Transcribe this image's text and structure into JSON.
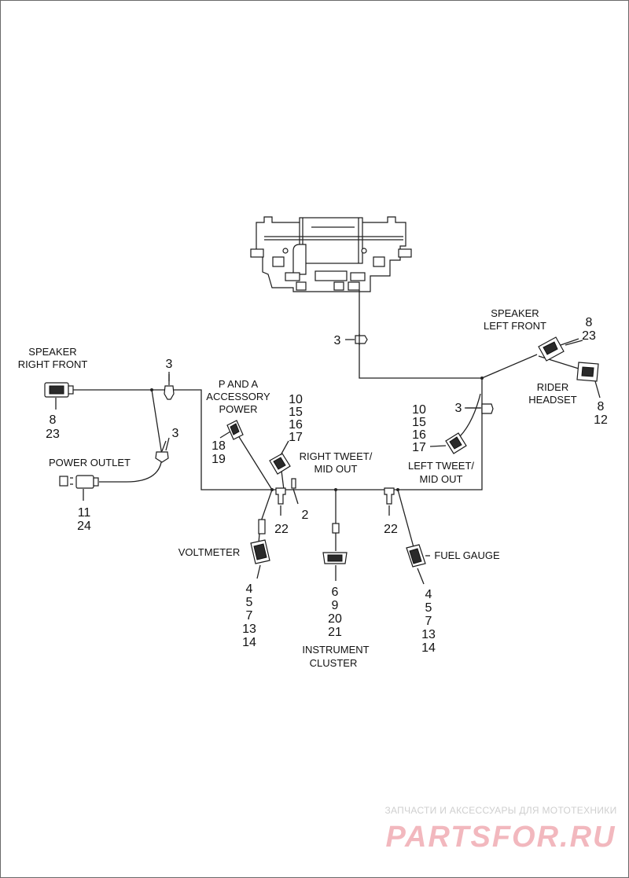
{
  "labels": {
    "speaker_right_front": [
      "SPEAKER",
      "RIGHT FRONT"
    ],
    "speaker_left_front": [
      "SPEAKER",
      "LEFT FRONT"
    ],
    "rider_headset": [
      "RIDER",
      "HEADSET"
    ],
    "p_and_a_power": [
      "P AND A",
      "ACCESSORY",
      "POWER"
    ],
    "power_outlet": "POWER OUTLET",
    "right_tweet": [
      "RIGHT TWEET/",
      "MID OUT"
    ],
    "left_tweet": [
      "LEFT TWEET/",
      "MID OUT"
    ],
    "voltmeter": "VOLTMETER",
    "fuel_gauge": "FUEL GAUGE",
    "instrument_cluster": [
      "INSTRUMENT",
      "CLUSTER"
    ]
  },
  "callouts": {
    "top_clip": "3",
    "speaker_left_front": [
      "8",
      "23"
    ],
    "rider_headset": [
      "8",
      "12"
    ],
    "speaker_right_front": [
      "8",
      "23"
    ],
    "upper_left_clip": "3",
    "left_middle_clip": "3",
    "p_and_a_power": [
      "18",
      "19"
    ],
    "right_tweet": [
      "10",
      "15",
      "16",
      "17"
    ],
    "left_tweet": [
      "10",
      "15",
      "16",
      "17"
    ],
    "right_tweet_clip": "3",
    "power_outlet": [
      "11",
      "24"
    ],
    "clip_left": "22",
    "clip_right": "22",
    "pin": "2",
    "voltmeter": [
      "4",
      "5",
      "7",
      "13",
      "14"
    ],
    "instrument_cluster": [
      "6",
      "9",
      "20",
      "21"
    ],
    "fuel_gauge": [
      "4",
      "5",
      "7",
      "13",
      "14"
    ]
  },
  "watermark": {
    "line1": "ЗАПЧАСТИ И АКСЕССУАРЫ ДЛЯ МОТОТЕХНИКИ",
    "line2": "PARTSFOR.RU"
  },
  "colors": {
    "line": "#222222",
    "watermark_red": "#e5303c"
  }
}
